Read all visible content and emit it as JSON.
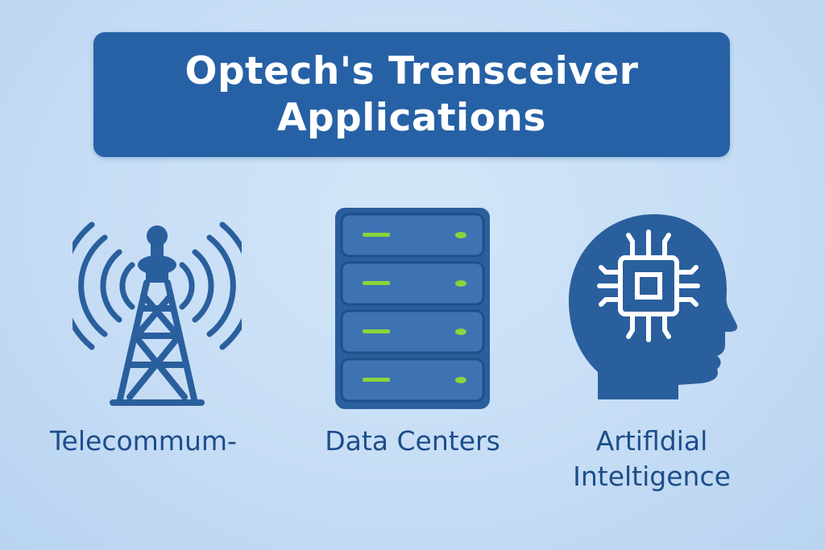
{
  "title": {
    "line1": "Optech's Trensceiver",
    "line2": "Applications"
  },
  "items": [
    {
      "icon": "cell-tower-icon",
      "label_lines": [
        "Telecommum-"
      ]
    },
    {
      "icon": "server-rack-icon",
      "label_lines": [
        "Data Centers"
      ]
    },
    {
      "icon": "head-chip-icon",
      "label_lines": [
        "Artifldial",
        "Inteltigence"
      ]
    }
  ],
  "colors": {
    "background": "#c6ddf5",
    "banner": "#2661a6",
    "icon_blue": "#2a5f9e",
    "text_blue": "#1d4d8a",
    "server_led": "#8ad43a"
  }
}
